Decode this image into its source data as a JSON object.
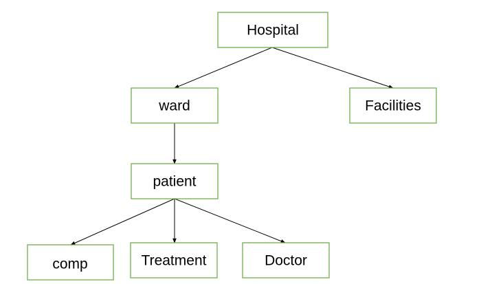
{
  "diagram": {
    "type": "tree",
    "border_color": "#70ad47",
    "edge_color": "#000000",
    "nodes": {
      "hospital": "Hospital",
      "ward": "ward",
      "facilities": "Facilities",
      "patient": "patient",
      "comp": "comp",
      "treatment": "Treatment",
      "doctor": "Doctor"
    },
    "edges": [
      [
        "hospital",
        "ward"
      ],
      [
        "hospital",
        "facilities"
      ],
      [
        "ward",
        "patient"
      ],
      [
        "patient",
        "comp"
      ],
      [
        "patient",
        "treatment"
      ],
      [
        "patient",
        "doctor"
      ]
    ]
  }
}
